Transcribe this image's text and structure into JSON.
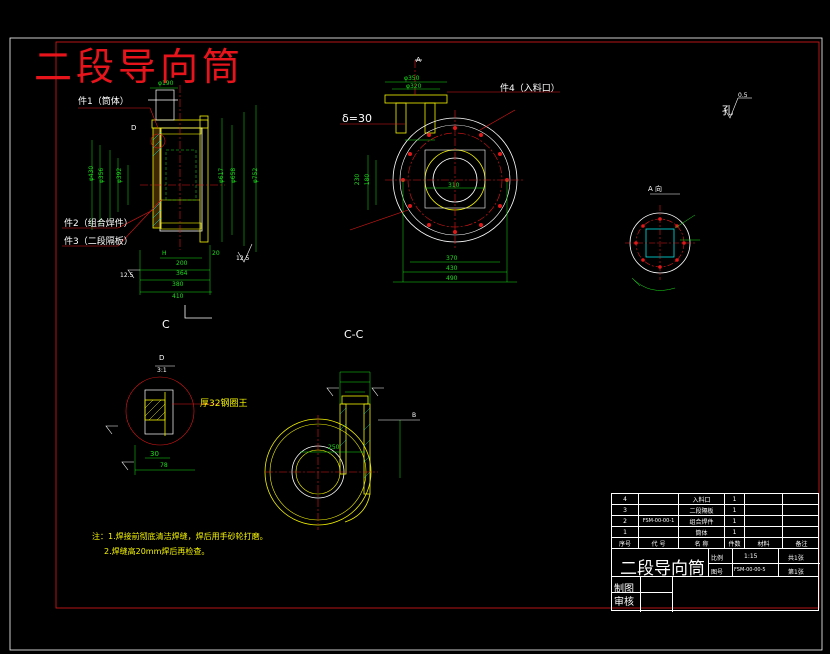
{
  "title": "二段导向筒",
  "views": {
    "section_label": "C-C",
    "view_a_label": "A 向",
    "detail_label": "D",
    "detail_scale": "3:1",
    "hole_label": "孔",
    "cut_mark": "C",
    "arrow_a": "A",
    "arrow_b": "B"
  },
  "part_callouts": {
    "p1": "件1（筒体）",
    "p2": "件2（组合焊件）",
    "p3": "件3（二段隔板）",
    "p4": "件4（入料口）",
    "thickness": "δ=30",
    "fillet": "厚32钢圈王"
  },
  "dimensions": {
    "d190": "φ190",
    "d200": "200",
    "d30": "30",
    "d364": "364",
    "d410": "410",
    "d380": "380",
    "d20": "20",
    "d125": "12.5",
    "h": "H",
    "d350": "φ350",
    "d320": "φ320",
    "d370": "370",
    "d430": "430",
    "d490": "490",
    "d230": "230",
    "d180": "180",
    "d310": "310",
    "d250": "250",
    "dia617": "φ617",
    "dia658": "φ658",
    "dia752": "φ752",
    "dia430": "φ430",
    "dia356": "φ356",
    "dia392": "φ392",
    "c25": "0.5",
    "d78": "78"
  },
  "notes": {
    "line1": "注：1.焊接前彻底清洁焊缝，焊后用手砂轮打磨。",
    "line2": "2.焊缝高20mm焊后再检查。"
  },
  "title_block": {
    "rows": [
      {
        "no": "4",
        "code": "",
        "name": "入料口",
        "qty": "1"
      },
      {
        "no": "3",
        "code": "",
        "name": "二段隔板",
        "qty": "1"
      },
      {
        "no": "2",
        "code": "FSM-00-00-1",
        "name": "组合焊件",
        "qty": "1"
      },
      {
        "no": "1",
        "code": "",
        "name": "筒体",
        "qty": "1"
      }
    ],
    "header": {
      "no": "序号",
      "code": "代 号",
      "name": "名 称",
      "qty": "件数",
      "material": "材料",
      "remark": "备注"
    },
    "scale_label": "比例",
    "scale_value": "1:15",
    "sheets_label": "共1张",
    "drawing_no_label": "图号",
    "drawing_no": "FSM-00-00-5",
    "sheet_label": "第1张",
    "drawn_by": "制图",
    "checked_by": "审核"
  }
}
